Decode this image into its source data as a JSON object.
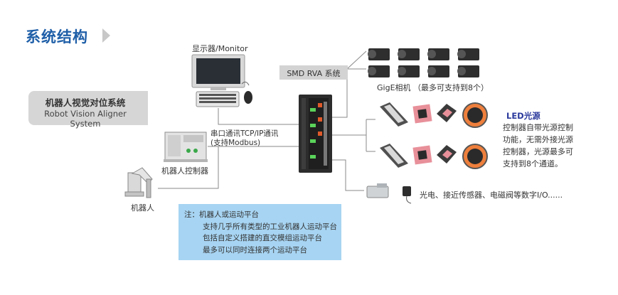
{
  "title": "系统结构",
  "system": {
    "name_cn": "机器人视觉对位系统",
    "name_en": "Robot Vision Aligner System"
  },
  "monitor_label": "显示器/Monitor",
  "comm_label": {
    "line1": "串口通讯TCP/IP通讯",
    "line2": "(支持Modbus)"
  },
  "controller_label": "机器人控制器",
  "robot_label": "机器人",
  "smd_label": "SMD RVA 系统",
  "camera_label": "GigE相机 （最多可支持到8个）",
  "led": {
    "title": "LED光源",
    "lines": [
      "控制器自带光源控制",
      "功能，无需外接光源",
      "控制器，光源最多可",
      "支持到8个通道。"
    ]
  },
  "io_label": "光电、接近传感器、电磁阀等数字I/O......",
  "note": {
    "head": "注：机器人或运动平台",
    "lines": [
      "支持几乎所有类型的工业机器人运动平台",
      "包括自定义搭建的直交模组运动平台",
      "最多可以同时连接两个运动平台"
    ]
  },
  "colors": {
    "title": "#1f5fa8",
    "led_title": "#2b3a9c",
    "note_bg": "#a7d4f2",
    "ring_light": "#ee7f3c",
    "square_light": "#e8909a"
  }
}
